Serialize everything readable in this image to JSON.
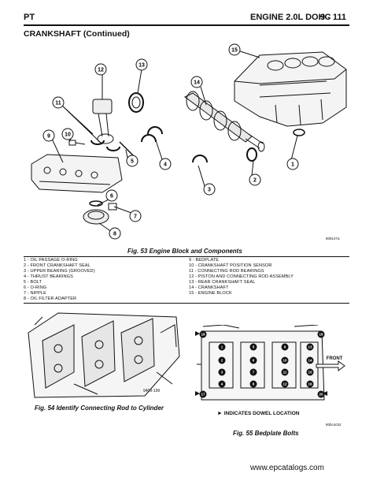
{
  "header": {
    "left": "PT",
    "center": "ENGINE 2.0L DOHC",
    "page": "9 - 111"
  },
  "section_title": "CRANKSHAFT (Continued)",
  "fig53": {
    "caption": "Fig. 53 Engine Block and Components",
    "image_code": "809147a",
    "callouts": [
      "1",
      "2",
      "3",
      "4",
      "5",
      "6",
      "7",
      "8",
      "9",
      "10",
      "11",
      "12",
      "13",
      "14",
      "15"
    ],
    "legend_left": [
      "1 - OIL PASSAGE O-RING",
      "2 - FRONT CRANKSHAFT SEAL",
      "3 - UPPER BEARING (GROOVED)",
      "4 - THRUST BEARINGS",
      "5 - BOLT",
      "6 - O-RING",
      "7 - NIPPLE",
      "8 - OIL FILTER ADAPTER"
    ],
    "legend_right": [
      "9 - BEDPLATE",
      "10 - CRANKSHAFT POSITION SENSOR",
      "11 - CONNECTING ROD BEARINGS",
      "12 - PISTON AND CONNECTING ROD ASSEMBLY",
      "13 - REAR CRANKSHAFT SEAL",
      "14 - CRANKSHAFT",
      "15 - ENGINE BLOCK"
    ]
  },
  "fig54": {
    "caption": "Fig. 54 Identify Connecting Rod to Cylinder",
    "image_code": "9409-199"
  },
  "fig55": {
    "caption": "Fig. 55 Bedplate Bolts",
    "image_code": "80bc4cb2",
    "front_label": "FRONT",
    "dowel_note": "INDICATES DOWEL LOCATION",
    "bolt_numbers": [
      "1",
      "2",
      "3",
      "4",
      "5",
      "6",
      "7",
      "8",
      "9",
      "10",
      "11",
      "12",
      "13",
      "14",
      "15",
      "16",
      "17",
      "18",
      "19",
      "20"
    ]
  },
  "watermark": "www.epcatalogs.com"
}
